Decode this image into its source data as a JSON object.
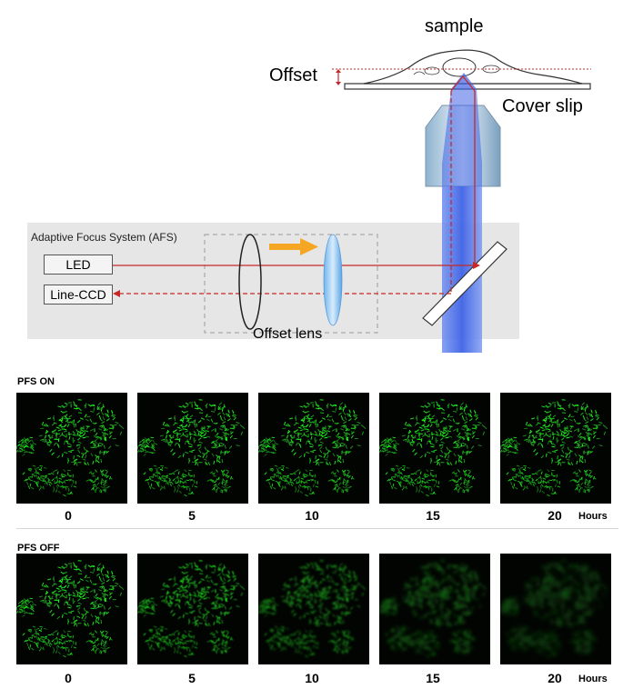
{
  "diagram": {
    "sample_label": "sample",
    "offset_label": "Offset",
    "cover_slip_label": "Cover slip",
    "afs_title": "Adaptive Focus System (AFS)",
    "led_label": "LED",
    "ccd_label": "Line-CCD",
    "offset_lens_label": "Offset lens",
    "colors": {
      "beam": "#4a73e8",
      "laser": "#c62828",
      "arrow": "#f5a623",
      "afs_bg": "#e6e6e6"
    }
  },
  "rows": [
    {
      "title": "PFS ON",
      "times": [
        "0",
        "5",
        "10",
        "15",
        "20"
      ],
      "unit": "Hours",
      "focus_quality": [
        1,
        1,
        1,
        1,
        1
      ]
    },
    {
      "title": "PFS OFF",
      "times": [
        "0",
        "5",
        "10",
        "15",
        "20"
      ],
      "unit": "Hours",
      "focus_quality": [
        1,
        0.85,
        0.65,
        0.45,
        0.25
      ]
    }
  ]
}
